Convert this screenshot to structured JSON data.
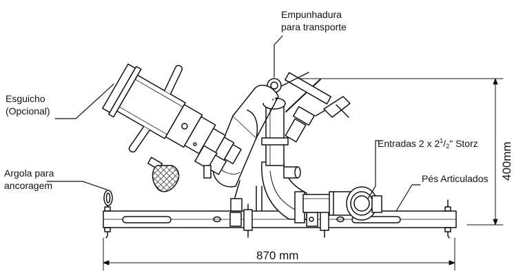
{
  "labels": {
    "handle_line1": "Empunhadura",
    "handle_line2": "para transporte",
    "nozzle_line1": "Esguicho",
    "nozzle_line2": "(Opcional)",
    "inlets_prefix": "Entradas 2 x 2",
    "inlets_sup": "1",
    "inlets_slash": "/",
    "inlets_sub": "2",
    "inlets_suffix": "\" Storz",
    "ring_line1": "Argola para",
    "ring_line2": "ancoragem",
    "feet": "Pés Articulados"
  },
  "dimensions": {
    "width": "870 mm",
    "height": "400mm"
  },
  "colors": {
    "line": "#111111",
    "fill": "#ffffff",
    "mesh": "#333333"
  }
}
